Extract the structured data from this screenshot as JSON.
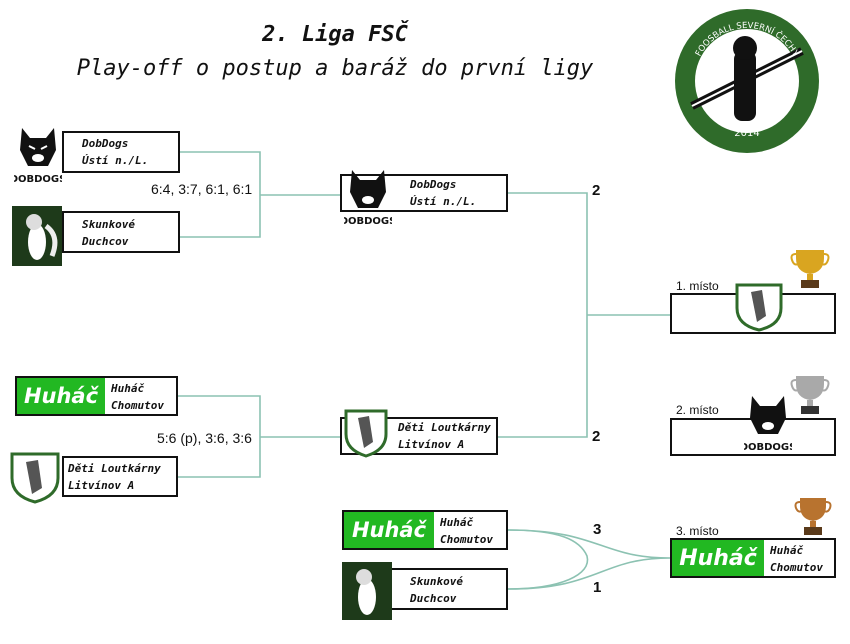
{
  "title": "2. Liga FSČ",
  "subtitle": "Play-off o postup a baráž do první ligy",
  "logo_text": {
    "ring": "FOOSBALL SEVERNÍ ČECHY",
    "year": "2014"
  },
  "colors": {
    "line": "#8cc2b2",
    "logo_green": "#2f6b2a",
    "huhac_green": "#22b822",
    "gold": "#d9a520",
    "silver": "#a9a9a9",
    "bronze": "#b8732f"
  },
  "quarterfinals": [
    {
      "team1": {
        "line1": "DobDogs",
        "line2": "Ústí n./L."
      },
      "team2": {
        "line1": "Skunkové",
        "line2": "Duchcov"
      },
      "score": "6:4, 3:7, 6:1, 6:1"
    },
    {
      "team1": {
        "line1": "Huháč",
        "line2": "Chomutov"
      },
      "team2": {
        "line1": "Děti Loutkárny",
        "line2": "Litvínov A"
      },
      "score": "5:6 (p), 3:6, 3:6"
    }
  ],
  "final": {
    "team1": {
      "line1": "DobDogs",
      "line2": "Ústí n./L.",
      "score": "2"
    },
    "team2": {
      "line1": "Děti Loutkárny",
      "line2": "Litvínov A",
      "score": "2"
    }
  },
  "third_place_match": {
    "team1": {
      "line1": "Huháč",
      "line2": "Chomutov",
      "score": "3"
    },
    "team2": {
      "line1": "Skunkové",
      "line2": "Duchcov",
      "score": "1"
    }
  },
  "placements": [
    {
      "label": "1. místo",
      "trophy": "gold-trophy-icon"
    },
    {
      "label": "2. místo",
      "trophy": "silver-trophy-icon"
    },
    {
      "label": "3. místo",
      "trophy": "bronze-trophy-icon",
      "line1": "Huháč",
      "line2": "Chomutov"
    }
  ],
  "logo_words": {
    "dobdogs": "DOBDOGS",
    "huhac": "Huháč"
  }
}
